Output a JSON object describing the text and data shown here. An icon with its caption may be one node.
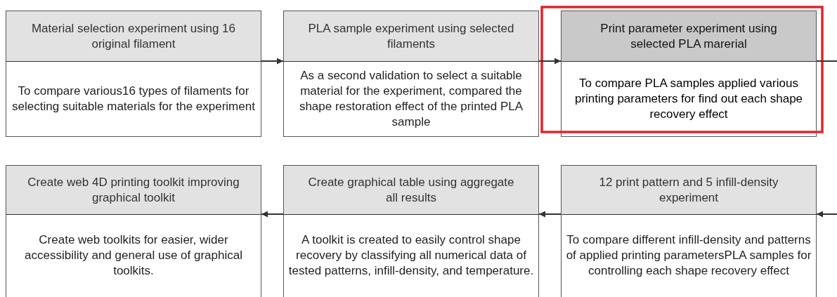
{
  "diagram": {
    "nodes": [
      {
        "text": [
          "Material selection experiment using 16 original filament",
          "To compare various16 types of filaments for selecting suitable materials for the experiment"
        ]
      },
      {
        "text": [
          "PLA sample experiment using selected filaments",
          "As a second validation to select a suitable material for the experiment, compared the shape restoration effect of the printed PLA sample"
        ]
      },
      {
        "text": [
          "Print parameter experiment using selected PLA marerial",
          "To compare PLA samples applied various printing parameters for find out each shape recovery effect"
        ]
      },
      {
        "text": [
          "Create web 4D printing toolkit improving graphical toolkit",
          "Create web toolkits for easier, wider accessibility and general use of graphical toolkits."
        ]
      },
      {
        "text": [
          "Create graphical table using aggregate all results",
          "A toolkit is created to easily control shape recovery by classifying all numerical data of tested patterns, infill-density, and temperature."
        ]
      },
      {
        "text": [
          "12 print pattern and 5 infill-density experiment",
          "To compare different infill-density and patterns of applied printing parametersPLA samples for controlling each shape recovery effect"
        ]
      }
    ],
    "edges": [
      {
        "from": 0,
        "to": 1,
        "arrow": "to"
      },
      {
        "from": 1,
        "to": 2,
        "arrow": "to"
      },
      {
        "from": 2,
        "to": null,
        "arrow": "none"
      },
      {
        "from": null,
        "to": 5,
        "arrow": "to"
      },
      {
        "from": 5,
        "to": 4,
        "arrow": "to"
      },
      {
        "from": 4,
        "to": 3,
        "arrow": "to"
      }
    ]
  }
}
